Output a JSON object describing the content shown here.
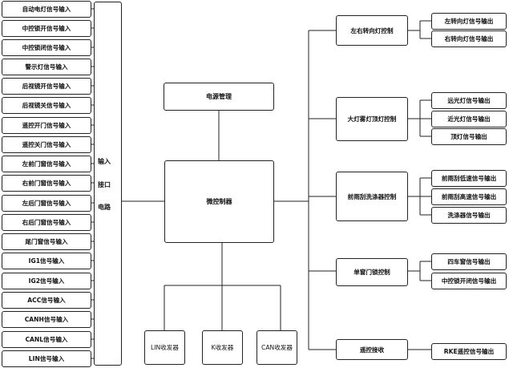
{
  "inputs": [
    "自动电灯信号输入",
    "中控锁开信号输入",
    "中控锁闭信号输入",
    "警示灯信号输入",
    "后视镜开信号输入",
    "后视镜关信号输入",
    "遥控开门信号输入",
    "遥控关门信号输入",
    "左前门窗信号输入",
    "右前门窗信号输入",
    "左后门窗信号输入",
    "右后门窗信号输入",
    "尾门窗信号输入",
    "IG1信号输入",
    "IG2信号输入",
    "ACC信号输入",
    "CANH信号输入",
    "CANL信号输入",
    "LIN信号输入"
  ],
  "input_circuit": [
    "输入",
    "接口",
    "电路"
  ],
  "power": "电源管理",
  "core": "微控制器",
  "transceivers": [
    "LIN收发器",
    "K收发器",
    "CAN收发器"
  ],
  "controls": [
    {
      "label": "左右转向灯控制",
      "outputs": [
        "左转向灯信号输出",
        "右转向灯信号输出"
      ]
    },
    {
      "label": "大灯雾灯顶灯控制",
      "outputs": [
        "远光灯信号输出",
        "近光灯信号输出",
        "顶灯信号输出"
      ]
    },
    {
      "label": "前雨刮洗涤器控制",
      "outputs": [
        "前雨刮低速信号输出",
        "前雨刮高速信号输出",
        "洗涤器信号输出"
      ]
    },
    {
      "label": "单窗门锁控制",
      "outputs": [
        "四车窗信号输出",
        "中控锁开闭信号输出"
      ]
    },
    {
      "label": "遥控接收",
      "outputs": [
        "RKE遥控信号输出"
      ]
    }
  ]
}
